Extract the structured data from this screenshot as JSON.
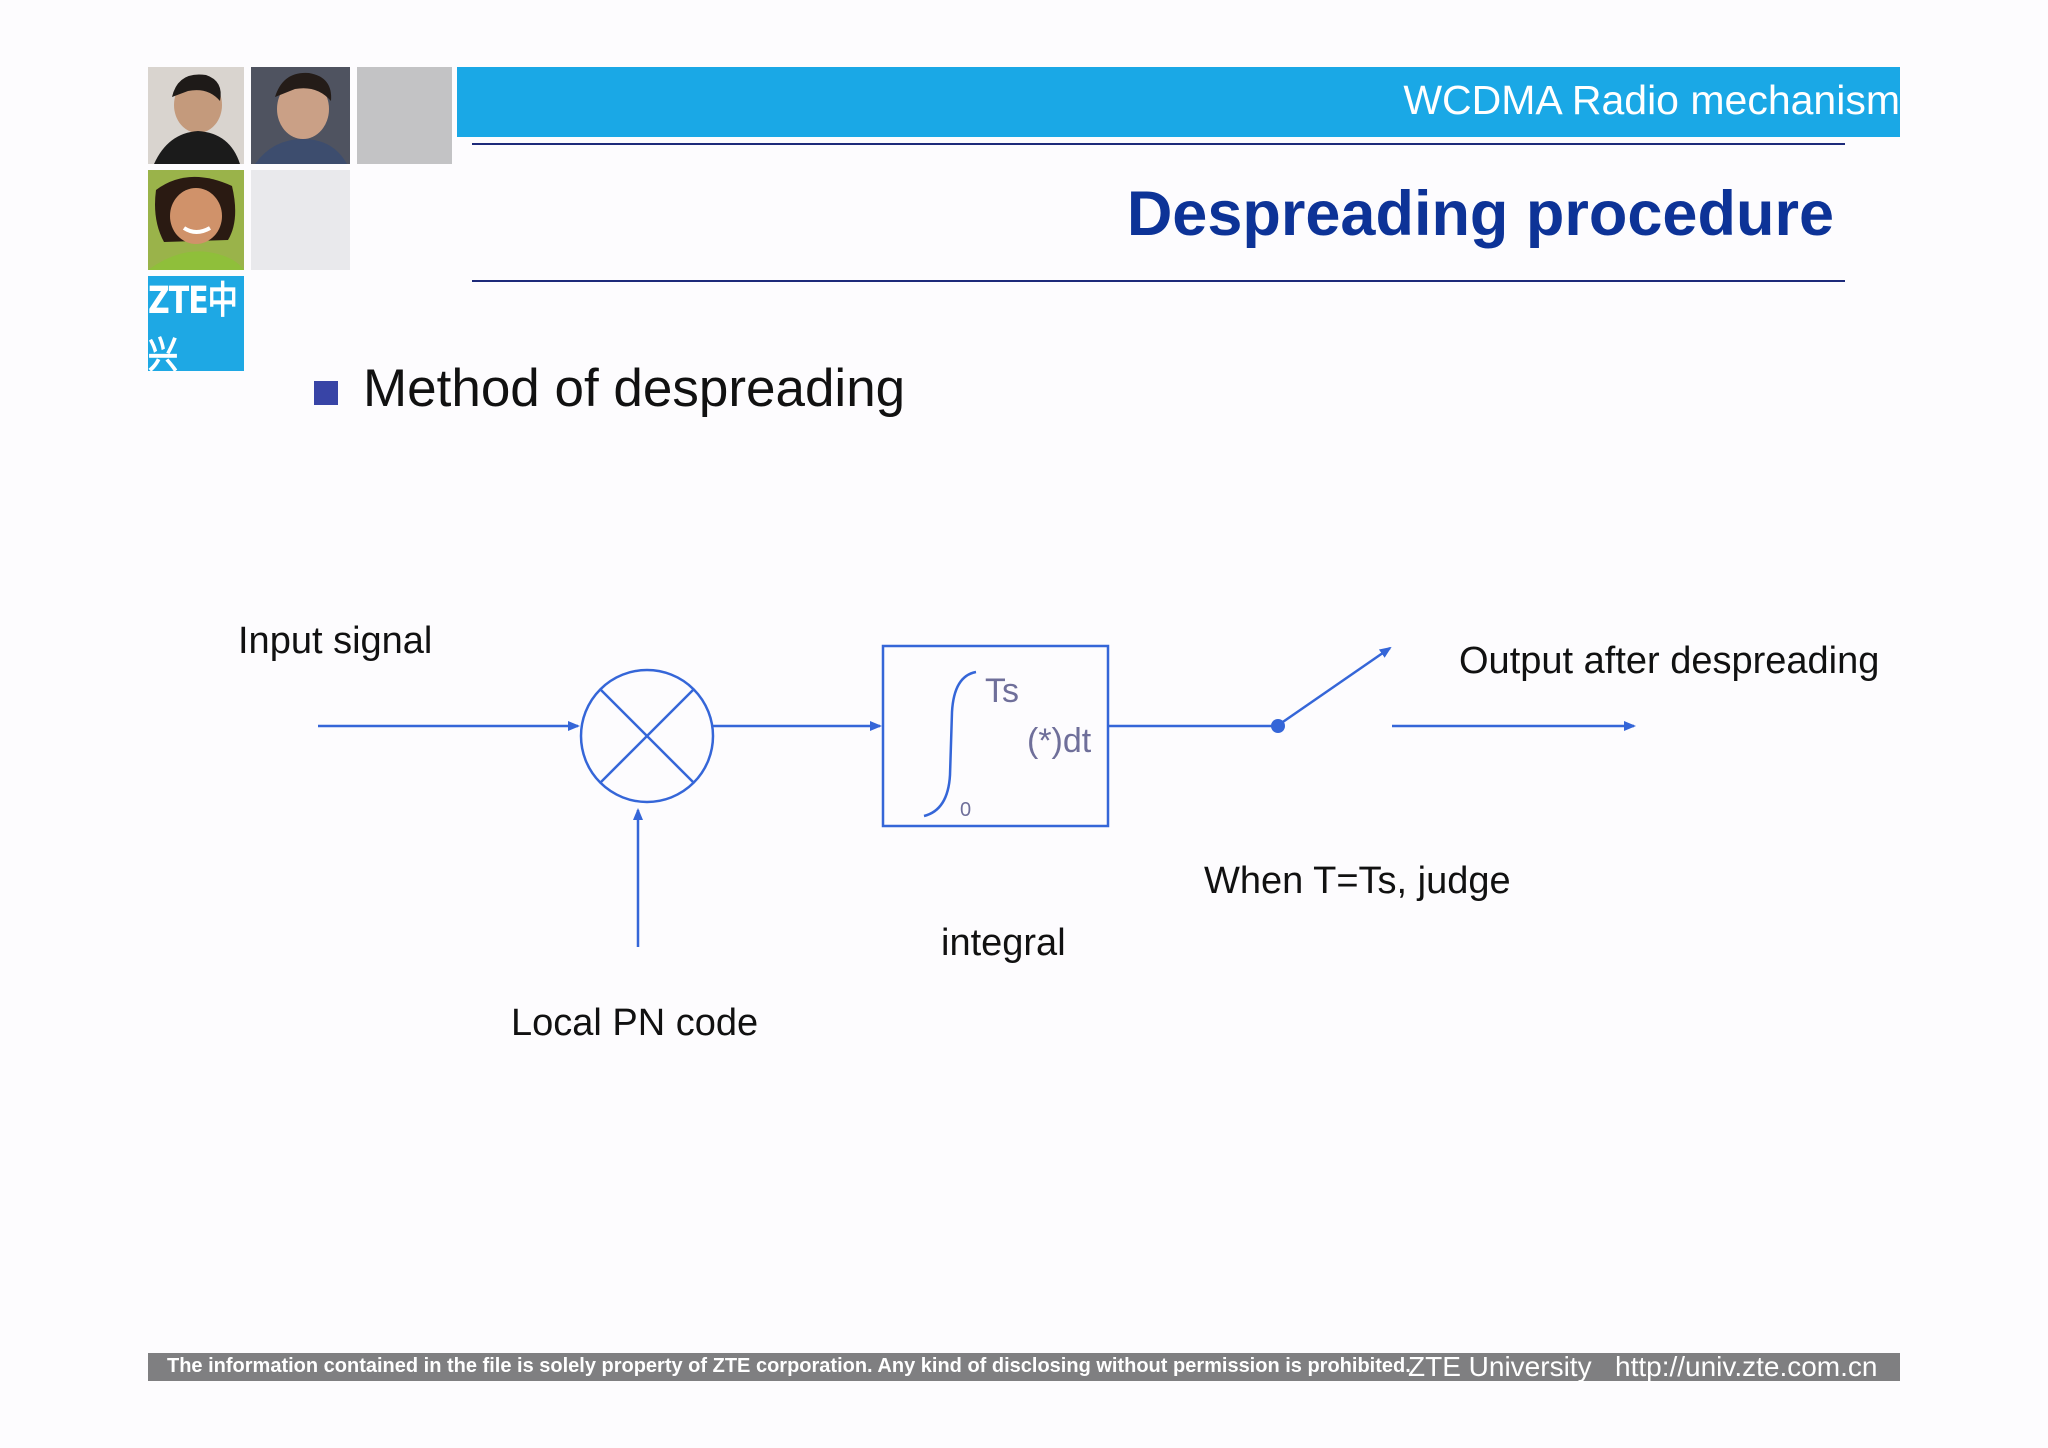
{
  "header": {
    "title": "WCDMA Radio mechanism",
    "bar_color": "#1aa8e6"
  },
  "slide": {
    "title": "Despreading procedure",
    "bullet": "Method of despreading"
  },
  "logo": {
    "text": "ZTE中兴"
  },
  "diagram": {
    "input_label": "Input signal",
    "pn_label": "Local PN code",
    "integral_caption": "integral",
    "integral_upper": "Ts",
    "integral_expr": "(*)dt",
    "integral_lower": "0",
    "judge_label": "When T=Ts, judge",
    "output_label": "Output after despreading",
    "line_color": "#3566d8"
  },
  "footer": {
    "disclaimer": "The information contained in the file is solely property of ZTE corporation. Any kind of disclosing without permission is prohibited.",
    "university": "ZTE University",
    "url": "http://univ.zte.com.cn"
  }
}
